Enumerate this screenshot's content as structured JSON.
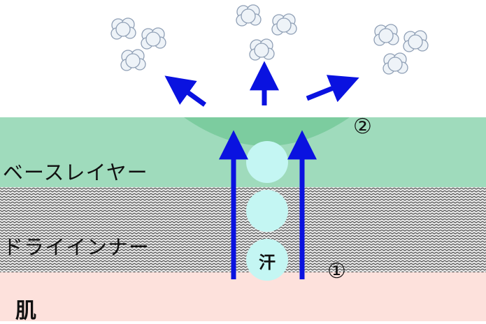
{
  "layers": {
    "base_layer": {
      "label": "ベースレイヤー",
      "color": "#9fdbbc"
    },
    "dry_inner": {
      "label": "ドライインナー",
      "color": "#cfcfcf"
    },
    "skin": {
      "label": "肌",
      "color": "#fde1dc"
    }
  },
  "markers": {
    "one": "①",
    "two": "②"
  },
  "sweat": {
    "label": "汗",
    "color": "#c4f6f3"
  },
  "colors": {
    "arrow": "#0a12e0",
    "surface_film": "#7ccc9f",
    "cloud_fill": "#eef3f8",
    "cloud_stroke": "#8f9fb5"
  },
  "icons": [
    "vapor-cloud-icon",
    "arrow-up-icon",
    "arrow-upleft-icon",
    "arrow-upright-icon"
  ]
}
